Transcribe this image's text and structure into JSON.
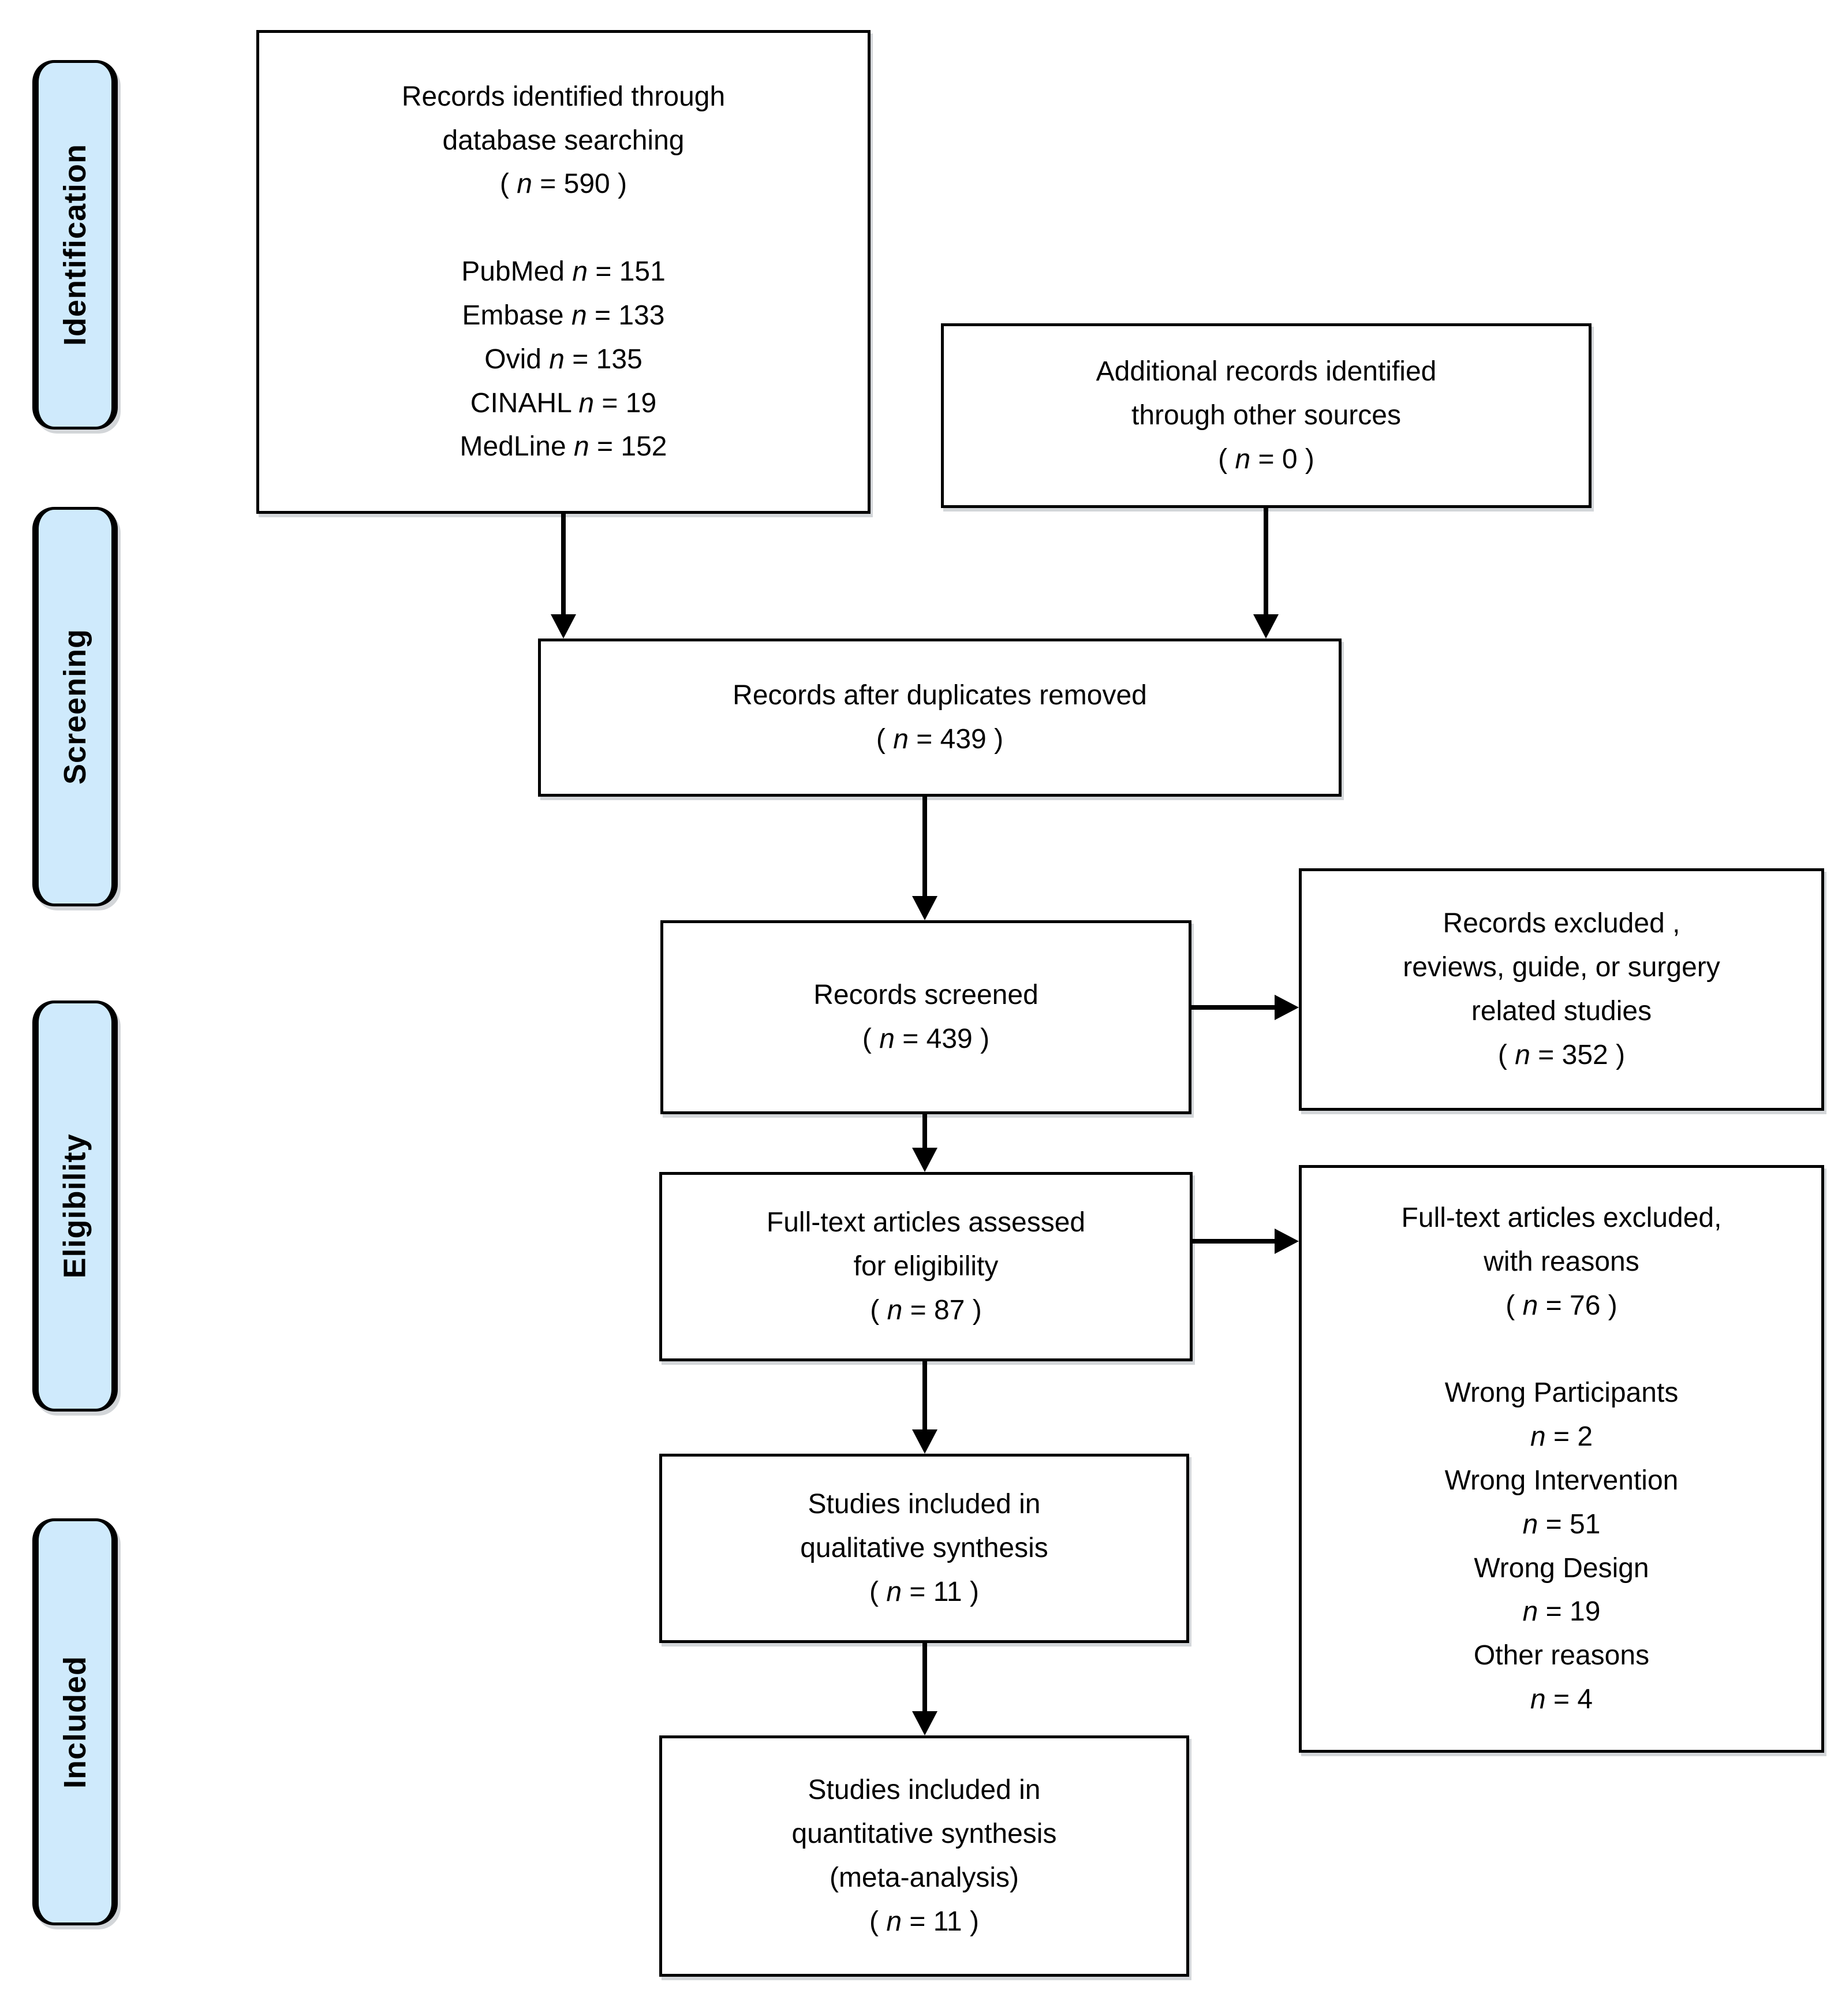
{
  "diagram": {
    "title_semantic": "PRISMA flow diagram",
    "background": "#ffffff",
    "stage_fill": "#cfeafc",
    "line_color": "#000000",
    "stage_labels": [
      {
        "label": "Identification"
      },
      {
        "label": "Screening"
      },
      {
        "label": "Eligibility"
      },
      {
        "label": "Included"
      }
    ],
    "boxes": {
      "records_identified": {
        "lines": [
          "Records identified through",
          "database searching",
          "( n = 590 )",
          "",
          "PubMed n = 151",
          "Embase n = 133",
          "Ovid n = 135",
          "CINAHL n = 19",
          "MedLine n = 152"
        ]
      },
      "additional_records": {
        "lines": [
          "Additional records identified",
          "through other sources",
          "( n = 0 )"
        ]
      },
      "after_duplicates": {
        "lines": [
          "Records after duplicates removed",
          "( n = 439 )"
        ]
      },
      "records_screened": {
        "lines": [
          "Records screened",
          "( n = 439 )"
        ]
      },
      "records_excluded": {
        "lines": [
          "Records excluded ,",
          "reviews, guide, or surgery",
          "related studies",
          "( n = 352 )"
        ]
      },
      "fulltext_assessed": {
        "lines": [
          "Full-text articles assessed",
          "for eligibility",
          "( n = 87 )"
        ]
      },
      "fulltext_excluded": {
        "lines": [
          "Full-text articles excluded,",
          "with reasons",
          "( n = 76 )",
          "",
          "Wrong Participants",
          "n = 2",
          "Wrong Intervention",
          "n = 51",
          "Wrong Design",
          "n = 19",
          "Other reasons",
          "n = 4"
        ]
      },
      "qualitative_synthesis": {
        "lines": [
          "Studies included in",
          "qualitative synthesis",
          "( n = 11 )"
        ]
      },
      "quantitative_synthesis": {
        "lines": [
          "Studies included in",
          "quantitative synthesis",
          "(meta-analysis)",
          "( n = 11 )"
        ]
      }
    }
  }
}
